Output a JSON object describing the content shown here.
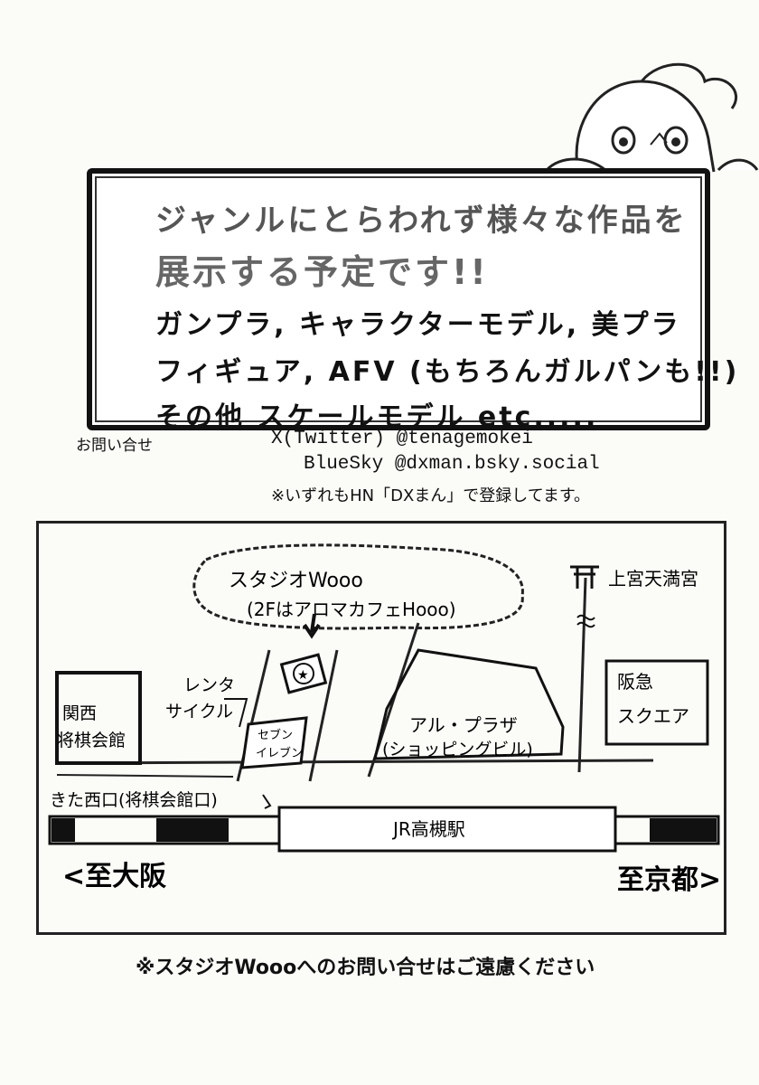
{
  "callout": {
    "line1": "ジャンルにとらわれず様々な作品を",
    "line2": "展示する予定です!!",
    "line3": "ガンプラ, キャラクターモデル, 美プラ",
    "line4": "フィギュア, AFV (もちろんガルパンも!!)",
    "line5": "その他 スケールモデル etc....."
  },
  "contact": {
    "label": "お問い合せ",
    "twitter": "X(Twitter) @tenagemokei",
    "bluesky": "BlueSky @dxman.bsky.social",
    "note": "※いずれもHN「DXまん」で登録してます。"
  },
  "map": {
    "studio_name": "スタジオWooo",
    "studio_sub": "(2FはアロマカフェHooo)",
    "shrine": "上宮天満宮",
    "hankyu_1": "阪急",
    "hankyu_2": "スクエア",
    "rental_1": "レンタ",
    "rental_2": "サイクル",
    "kansai_1": "関西",
    "kansai_2": "将棋会館",
    "seven_1": "セブン",
    "seven_2": "イレブン",
    "alplaza_1": "アル・プラザ",
    "alplaza_2": "(ショッピングビル)",
    "west_exit": "きた西口(将棋会館口)",
    "station": "JR高槻駅",
    "to_osaka": "<至大阪",
    "to_kyoto": "至京都>"
  },
  "footer": "※スタジオWoooへのお問い合せはご遠慮ください",
  "icons": [
    "shrine-icon",
    "seven-eleven-logo-icon",
    "arrow-down-icon",
    "mascot-face-icon"
  ],
  "colors": {
    "ink": "#111111",
    "paper": "#fbfbf8"
  }
}
